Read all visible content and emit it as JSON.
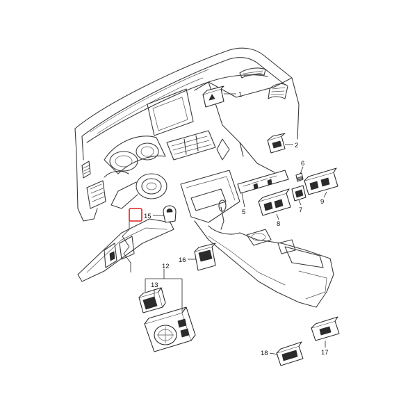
{
  "callouts": [
    {
      "id": "1",
      "label": "1"
    },
    {
      "id": "2",
      "label": "2"
    },
    {
      "id": "5",
      "label": "5"
    },
    {
      "id": "6",
      "label": "6"
    },
    {
      "id": "7",
      "label": "7"
    },
    {
      "id": "8",
      "label": "8"
    },
    {
      "id": "9",
      "label": "9"
    },
    {
      "id": "12",
      "label": "12"
    },
    {
      "id": "13",
      "label": "13"
    },
    {
      "id": "15",
      "label": "15"
    },
    {
      "id": "16",
      "label": "16"
    },
    {
      "id": "17",
      "label": "17"
    },
    {
      "id": "18",
      "label": "18"
    }
  ],
  "highlight": {
    "color": "#e0201c"
  }
}
